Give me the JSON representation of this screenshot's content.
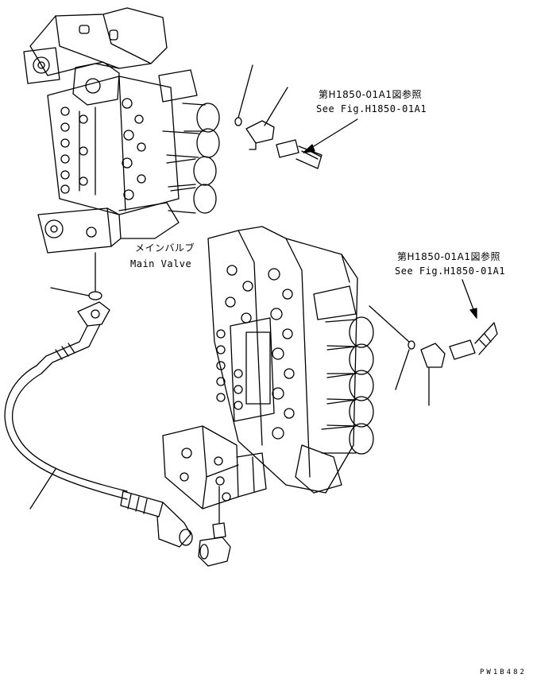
{
  "callouts": {
    "upper_ref": {
      "jp": "第H1850-01A1図参照",
      "en": "See Fig.H1850-01A1"
    },
    "lower_ref": {
      "jp": "第H1850-01A1図参照",
      "en": "See Fig.H1850-01A1"
    },
    "main_valve": {
      "jp": "メインバルブ",
      "en": "Main Valve"
    }
  },
  "drawing_code": "PW1B482",
  "colors": {
    "ink": "#000000",
    "paper": "#ffffff"
  }
}
